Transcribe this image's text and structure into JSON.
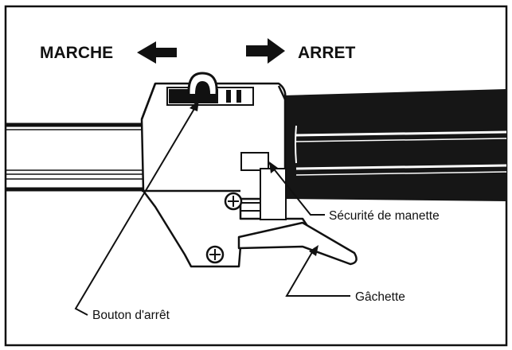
{
  "labels": {
    "marche": "MARCHE",
    "arret": "ARRET",
    "securite": "Sécurité de manette",
    "gachette": "Gâchette",
    "bouton": "Bouton d'arrêt"
  },
  "colors": {
    "ink": "#111111",
    "paper": "#ffffff"
  }
}
